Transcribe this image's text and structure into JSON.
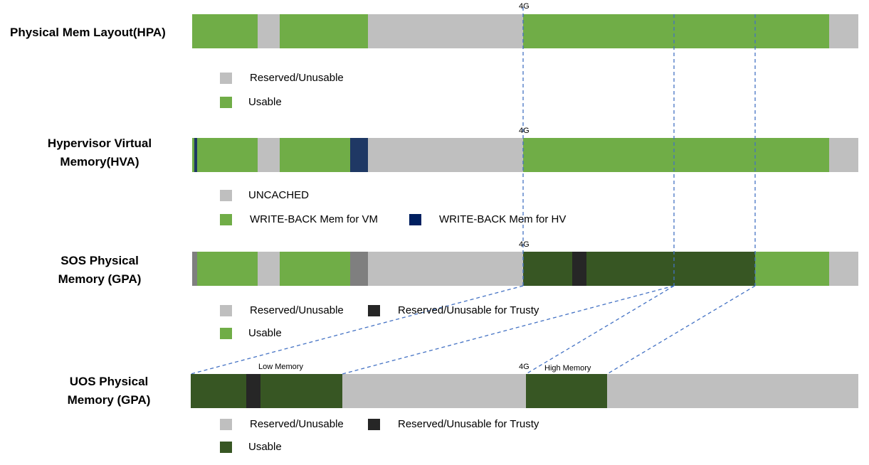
{
  "rows": [
    {
      "id": "hpa",
      "label_lines": [
        "Physical Mem Layout(HPA)"
      ],
      "marks": [
        "4G"
      ],
      "segments": [
        {
          "kind": "usable"
        },
        {
          "kind": "reserved"
        },
        {
          "kind": "usable"
        },
        {
          "kind": "reserved"
        },
        {
          "kind": "usable"
        },
        {
          "kind": "reserved"
        }
      ]
    },
    {
      "id": "hva",
      "label_lines": [
        "Hypervisor Virtual",
        "Memory(HVA)"
      ],
      "marks": [
        "4G"
      ],
      "segments": [
        {
          "kind": "usable"
        },
        {
          "kind": "hv"
        },
        {
          "kind": "usable"
        },
        {
          "kind": "reserved"
        },
        {
          "kind": "usable"
        },
        {
          "kind": "hv"
        },
        {
          "kind": "reserved"
        },
        {
          "kind": "usable"
        },
        {
          "kind": "reserved"
        }
      ]
    },
    {
      "id": "sos",
      "label_lines": [
        "SOS Physical",
        "Memory (GPA)"
      ],
      "marks": [
        "4G"
      ],
      "segments": [
        {
          "kind": "grey"
        },
        {
          "kind": "usable"
        },
        {
          "kind": "reserved"
        },
        {
          "kind": "usable"
        },
        {
          "kind": "grey"
        },
        {
          "kind": "reserved"
        },
        {
          "kind": "dark"
        },
        {
          "kind": "trusty"
        },
        {
          "kind": "dark"
        },
        {
          "kind": "dark"
        },
        {
          "kind": "usable"
        },
        {
          "kind": "reserved"
        }
      ]
    },
    {
      "id": "uos",
      "label_lines": [
        "UOS Physical",
        "Memory (GPA)"
      ],
      "marks": [
        "Low Memory",
        "4G",
        "High Memory"
      ],
      "segments": [
        {
          "kind": "dark"
        },
        {
          "kind": "trusty"
        },
        {
          "kind": "dark"
        },
        {
          "kind": "reserved"
        },
        {
          "kind": "dark"
        },
        {
          "kind": "reserved"
        }
      ]
    }
  ],
  "legends": [
    {
      "items": [
        {
          "kind": "reserved",
          "text": "Reserved/Unusable"
        },
        {
          "kind": "usable",
          "text": "Usable"
        }
      ]
    },
    {
      "items": [
        {
          "kind": "reserved",
          "text": "UNCACHED"
        },
        {
          "kind": "usable",
          "text": "WRITE-BACK Mem for VM"
        },
        {
          "kind": "navy",
          "text": "WRITE-BACK Mem for HV"
        }
      ]
    },
    {
      "items": [
        {
          "kind": "reserved",
          "text": "Reserved/Unusable"
        },
        {
          "kind": "trusty",
          "text": "Reserved/Unusable for Trusty"
        },
        {
          "kind": "usable",
          "text": "Usable"
        }
      ]
    },
    {
      "items": [
        {
          "kind": "reserved",
          "text": "Reserved/Unusable"
        },
        {
          "kind": "trusty",
          "text": "Reserved/Unusable for Trusty"
        },
        {
          "kind": "dark",
          "text": "Usable"
        }
      ]
    }
  ],
  "colors": {
    "usable": "#70ad47",
    "reserved": "#bfbfbf",
    "hv": "#1f3864",
    "navy": "#002060",
    "dark": "#375623",
    "trusty": "#262626",
    "grey": "#7f7f7f",
    "dashed_line": "#4472c4"
  }
}
